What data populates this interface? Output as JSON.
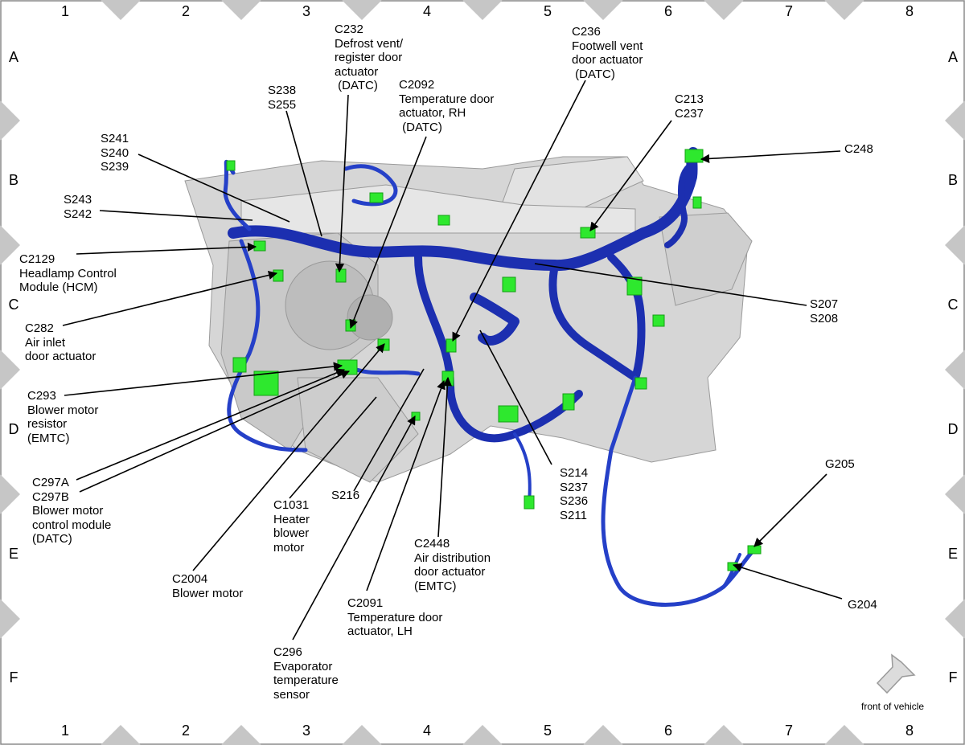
{
  "grid": {
    "columns": [
      "1",
      "2",
      "3",
      "4",
      "5",
      "6",
      "7",
      "8"
    ],
    "rows": [
      "A",
      "B",
      "C",
      "D",
      "E",
      "F"
    ]
  },
  "labels": [
    {
      "id": "c232",
      "lines": [
        "C232",
        "Defrost vent/",
        "register door",
        "actuator",
        " (DATC)"
      ]
    },
    {
      "id": "c236",
      "lines": [
        "C236",
        "Footwell vent",
        "door actuator",
        " (DATC)"
      ]
    },
    {
      "id": "s238",
      "lines": [
        "S238",
        "S255"
      ]
    },
    {
      "id": "c2092",
      "lines": [
        "C2092",
        "Temperature door",
        "actuator, RH",
        " (DATC)"
      ]
    },
    {
      "id": "c213",
      "lines": [
        "C213",
        "C237"
      ]
    },
    {
      "id": "s241",
      "lines": [
        "S241",
        "S240",
        "S239"
      ]
    },
    {
      "id": "c248",
      "lines": [
        "C248"
      ]
    },
    {
      "id": "s243",
      "lines": [
        "S243",
        "S242"
      ]
    },
    {
      "id": "c2129",
      "lines": [
        "C2129",
        "Headlamp Control",
        "Module (HCM)"
      ]
    },
    {
      "id": "s207",
      "lines": [
        "S207",
        "S208"
      ]
    },
    {
      "id": "c282",
      "lines": [
        "C282",
        "Air inlet",
        "door actuator"
      ]
    },
    {
      "id": "c293",
      "lines": [
        "C293",
        "Blower motor",
        "resistor",
        "(EMTC)"
      ]
    },
    {
      "id": "s214",
      "lines": [
        "S214",
        "S237",
        "S236",
        "S211"
      ]
    },
    {
      "id": "g205",
      "lines": [
        "G205"
      ]
    },
    {
      "id": "c297",
      "lines": [
        "C297A",
        "C297B",
        "Blower motor",
        "control module",
        "(DATC)"
      ]
    },
    {
      "id": "s216",
      "lines": [
        "S216"
      ]
    },
    {
      "id": "c1031",
      "lines": [
        "C1031",
        "Heater",
        "blower",
        "motor"
      ]
    },
    {
      "id": "c2448",
      "lines": [
        "C2448",
        "Air distribution",
        "door actuator",
        "(EMTC)"
      ]
    },
    {
      "id": "c2004",
      "lines": [
        "C2004",
        "Blower motor"
      ]
    },
    {
      "id": "g204",
      "lines": [
        "G204"
      ]
    },
    {
      "id": "c2091",
      "lines": [
        "C2091",
        "Temperature door",
        "actuator, LH"
      ]
    },
    {
      "id": "c296",
      "lines": [
        "C296",
        "Evaporator",
        "temperature",
        "sensor"
      ]
    }
  ],
  "front_of_vehicle": "front of vehicle",
  "colors": {
    "harness_dark": "#1c2fb0",
    "harness_light": "#3a5cd6",
    "connector": "#2ee82e",
    "housing": "#d6d6d6",
    "housing_edge": "#9a9a9a",
    "grid_marker": "#c6c6c6"
  }
}
